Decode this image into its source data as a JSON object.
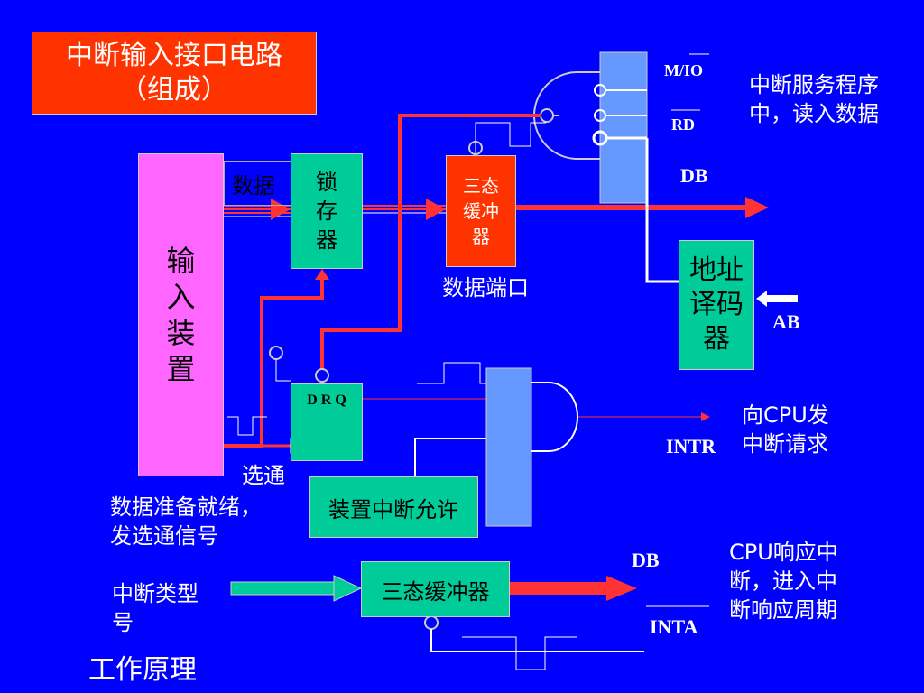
{
  "title": {
    "line1": "中断输入接口电路",
    "line2": "（组成）"
  },
  "input_device": "输\n入\n装\n置",
  "latch": "锁\n存\n器",
  "data_label": "数据",
  "tristate_top": "三态\n缓冲\n器",
  "data_port": "数据端口",
  "mio": "M/IO",
  "rd": "RD",
  "db_top": "DB",
  "isr_text": "中断服务程序\n中，读入数据",
  "addr_decoder": "地址\n译码\n器",
  "ab": "AB",
  "drq": "D R Q",
  "to_cpu": "向CPU发\n中断请求",
  "intr": "INTR",
  "strobe": "选通",
  "ready_text": "数据准备就绪，\n发选通信号",
  "int_enable": "装置中断允许",
  "int_type": "中断类型\n号",
  "tristate_bottom": "三态缓冲器",
  "db_bottom": "DB",
  "inta": "INTA",
  "cpu_resp": "CPU响应中\n断，进入中\n断响应周期",
  "principle": "工作原理",
  "colors": {
    "background": "#0000ff",
    "title_box": "#ff3300",
    "device": "#ff66ff",
    "module": "#00cc99",
    "bus_bar": "#6699ff",
    "signal": "#ff3333",
    "tristate": "#ff3300"
  }
}
